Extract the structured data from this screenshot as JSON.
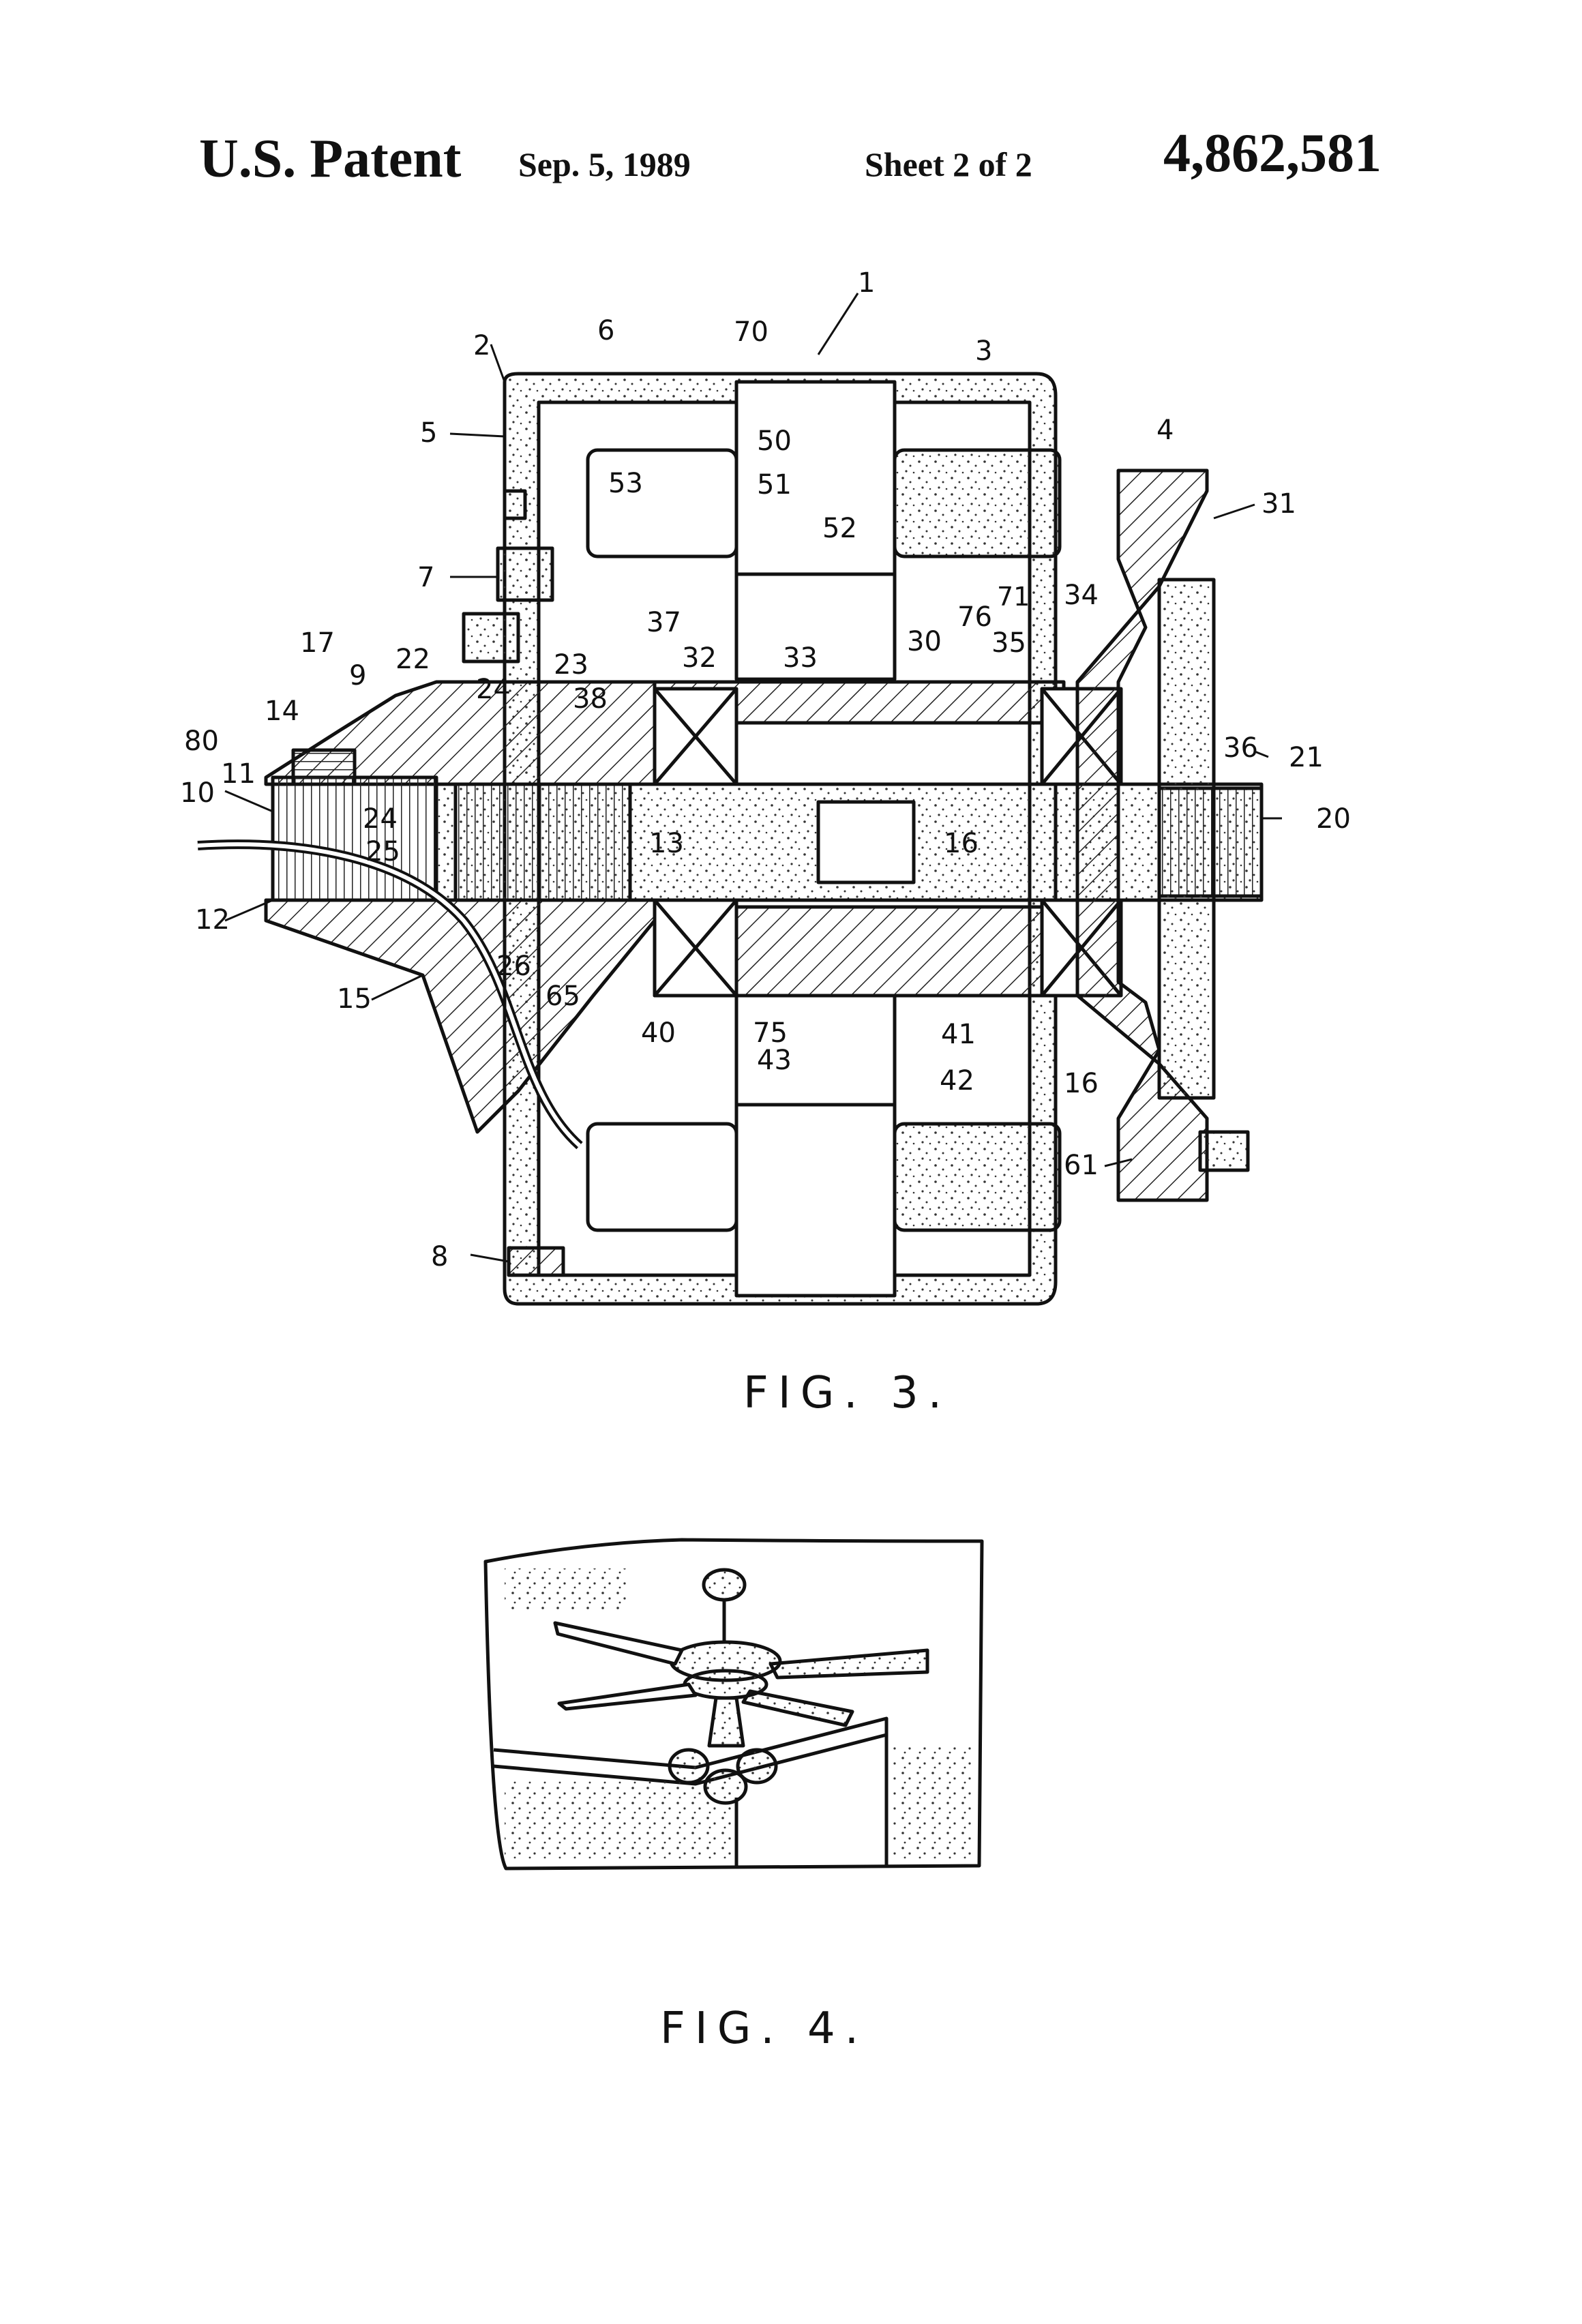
{
  "header": {
    "patent_label": "U.S. Patent",
    "date": "Sep. 5, 1989",
    "sheet": "Sheet 2 of 2",
    "number": "4,862,581"
  },
  "fig3": {
    "caption": "FIG. 3.",
    "refs": [
      "1",
      "2",
      "3",
      "4",
      "5",
      "6",
      "7",
      "8",
      "9",
      "10",
      "11",
      "12",
      "13",
      "14",
      "15",
      "16",
      "16",
      "17",
      "20",
      "21",
      "22",
      "23",
      "24",
      "24",
      "25",
      "26",
      "30",
      "31",
      "32",
      "33",
      "34",
      "35",
      "36",
      "37",
      "38",
      "40",
      "41",
      "42",
      "43",
      "50",
      "51",
      "52",
      "53",
      "61",
      "65",
      "70",
      "71",
      "75",
      "76",
      "80"
    ]
  },
  "fig4": {
    "caption": "FIG. 4."
  }
}
